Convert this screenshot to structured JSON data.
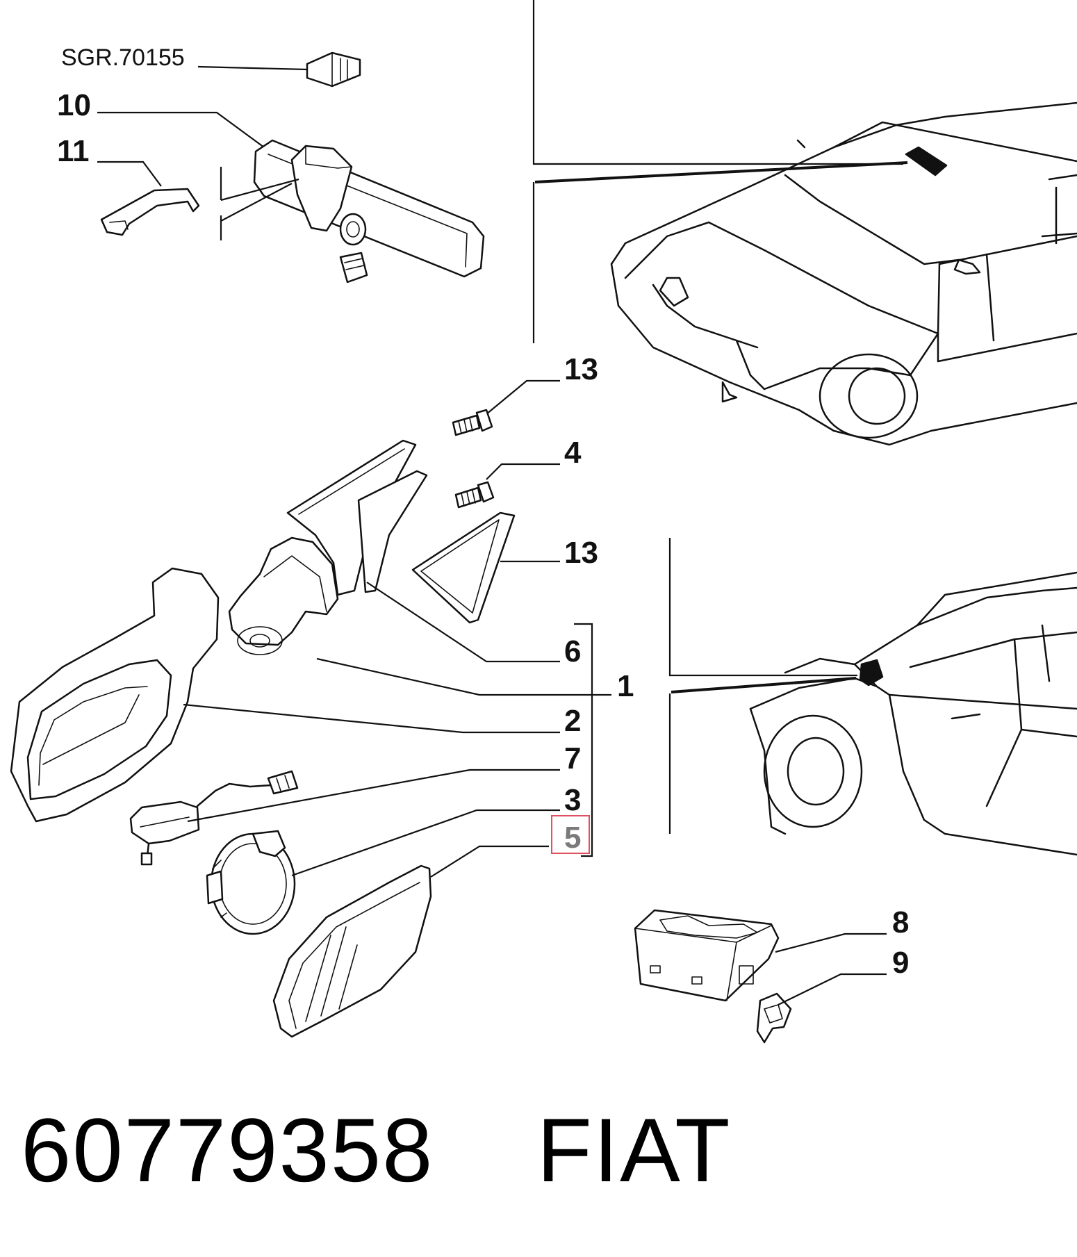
{
  "reference_code": "SGR.70155",
  "callouts": {
    "c10": "10",
    "c11": "11",
    "c13a": "13",
    "c4": "4",
    "c13b": "13",
    "c6": "6",
    "c1": "1",
    "c2": "2",
    "c7": "7",
    "c3": "3",
    "c5": "5",
    "c8": "8",
    "c9": "9"
  },
  "highlighted_callout": "5",
  "part_number": "60779358",
  "brand": "FIAT"
}
